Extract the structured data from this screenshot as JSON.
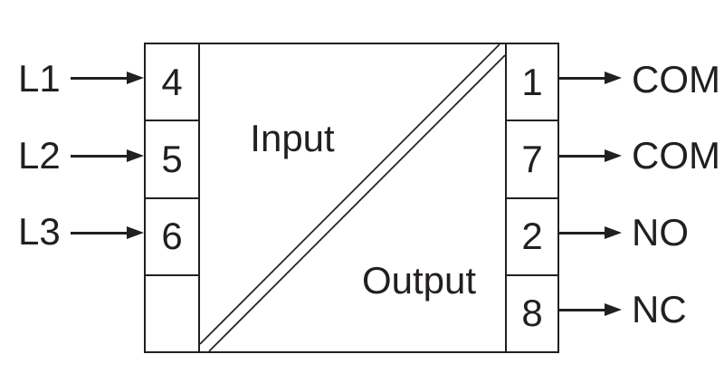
{
  "diagram": {
    "device": {
      "input_label": "Input",
      "output_label": "Output"
    },
    "input_connections": [
      {
        "line": "L1",
        "terminal": "4"
      },
      {
        "line": "L2",
        "terminal": "5"
      },
      {
        "line": "L3",
        "terminal": "6"
      }
    ],
    "spare_terminal": "",
    "output_connections": [
      {
        "terminal": "1",
        "signal": "COM"
      },
      {
        "terminal": "7",
        "signal": "COM"
      },
      {
        "terminal": "2",
        "signal": "NO"
      },
      {
        "terminal": "8",
        "signal": "NC"
      }
    ],
    "colors": {
      "line": "#231f20",
      "background": "#ffffff"
    }
  }
}
